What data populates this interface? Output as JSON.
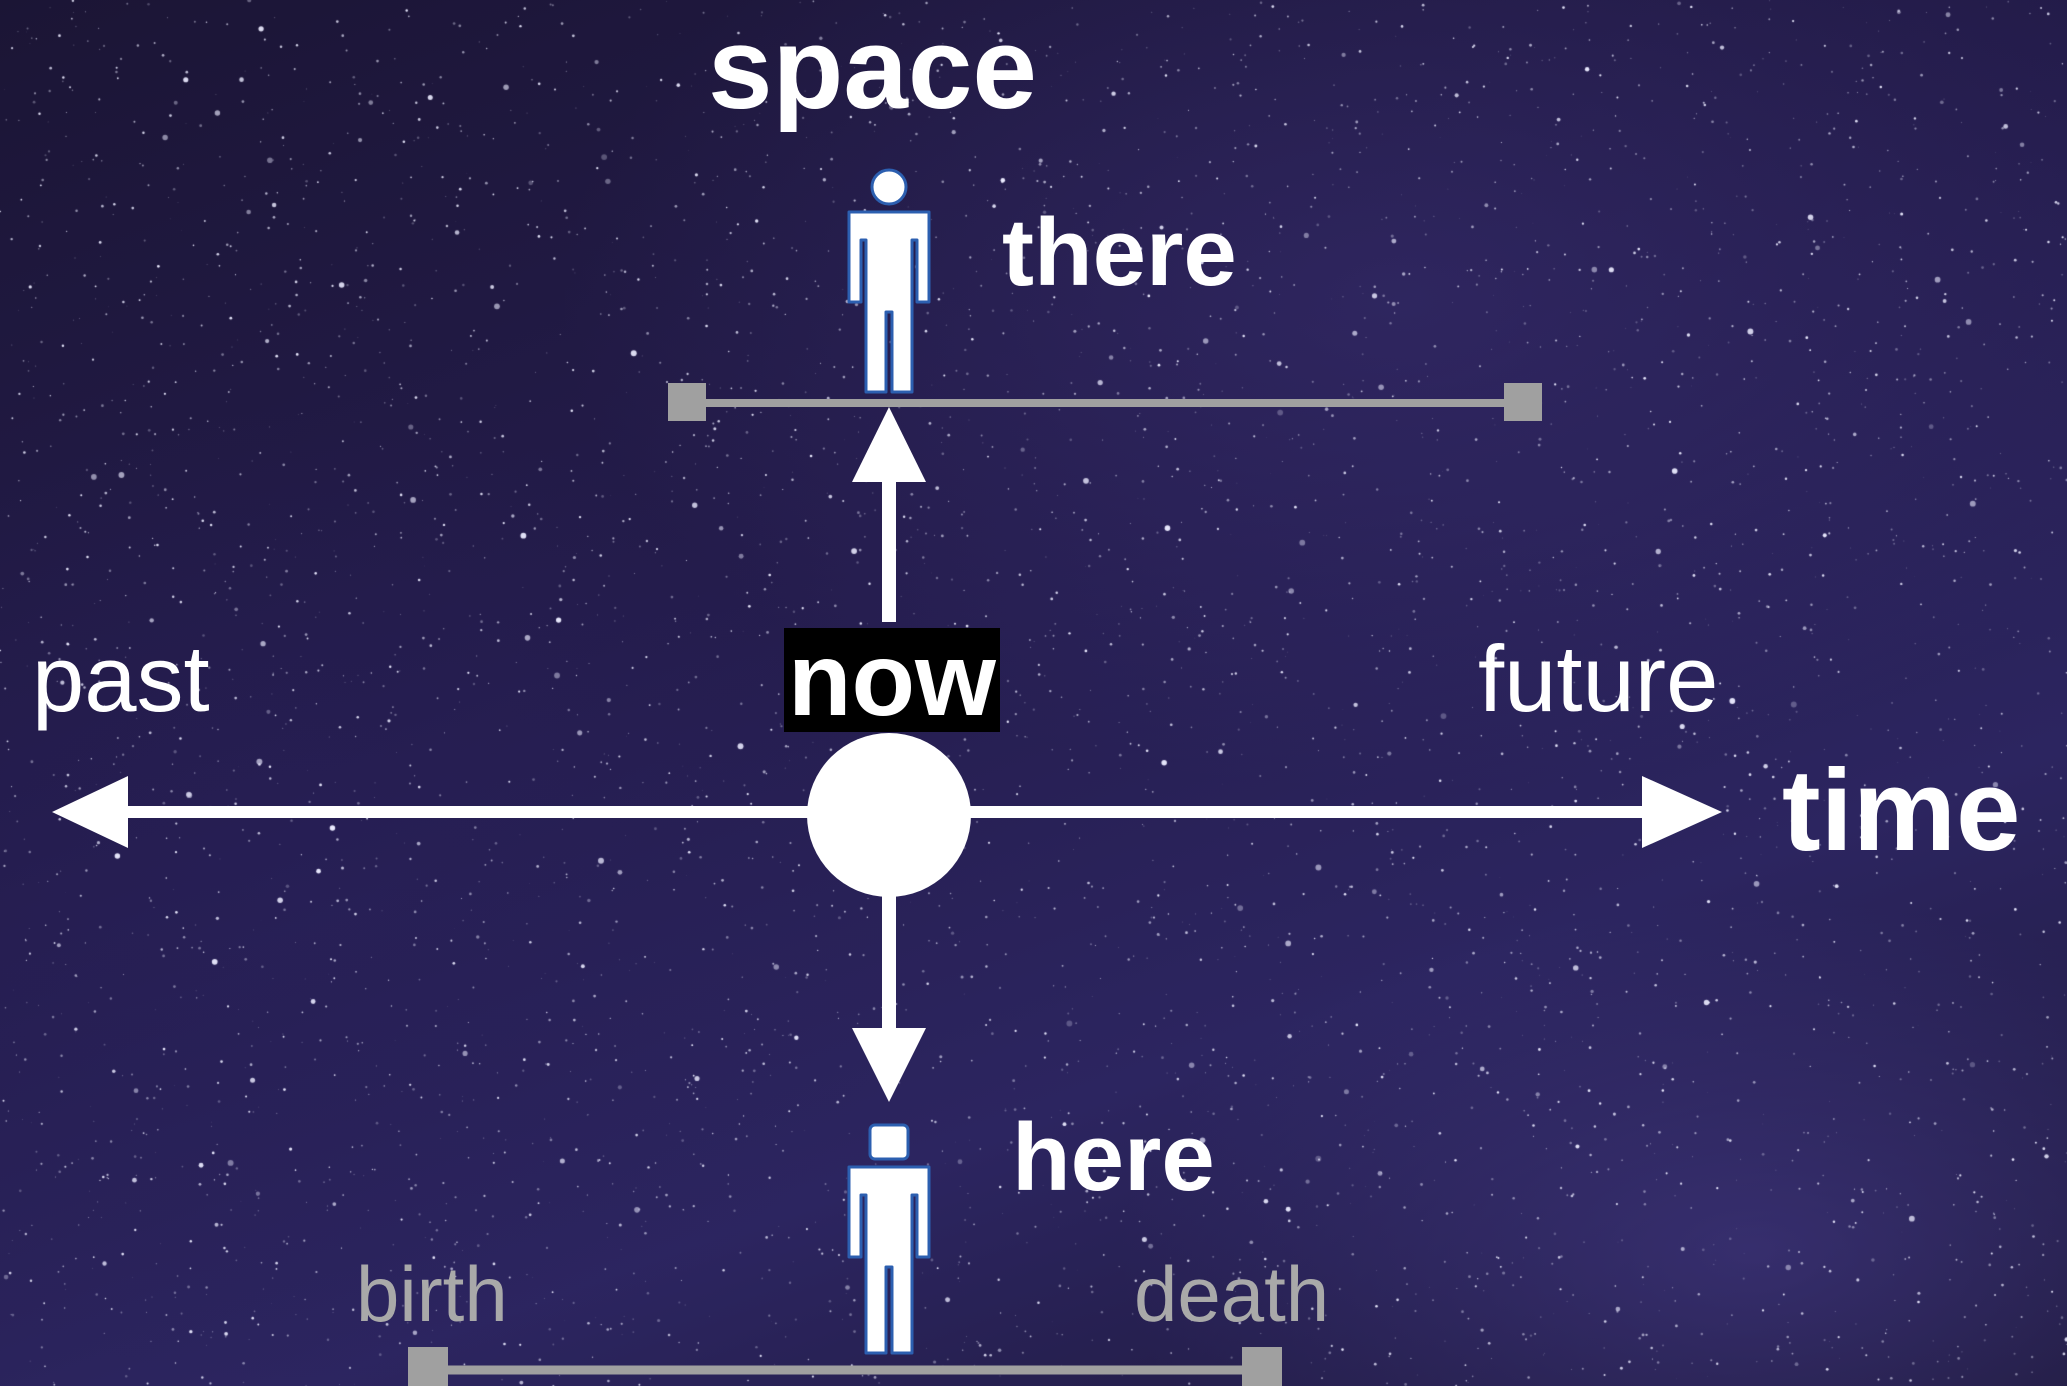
{
  "labels": {
    "space": "space",
    "there": "there",
    "now": "now",
    "past": "past",
    "future": "future",
    "time": "time",
    "here": "here",
    "birth": "birth",
    "death": "death"
  },
  "colors": {
    "background": "#221b46",
    "foreground": "#ffffff",
    "lifeline": "#a0a0a0",
    "now_highlight": "#000000",
    "person_outline": "#2c5fb0"
  },
  "icons": {
    "person_there": "person-icon",
    "person_here": "person-icon"
  }
}
